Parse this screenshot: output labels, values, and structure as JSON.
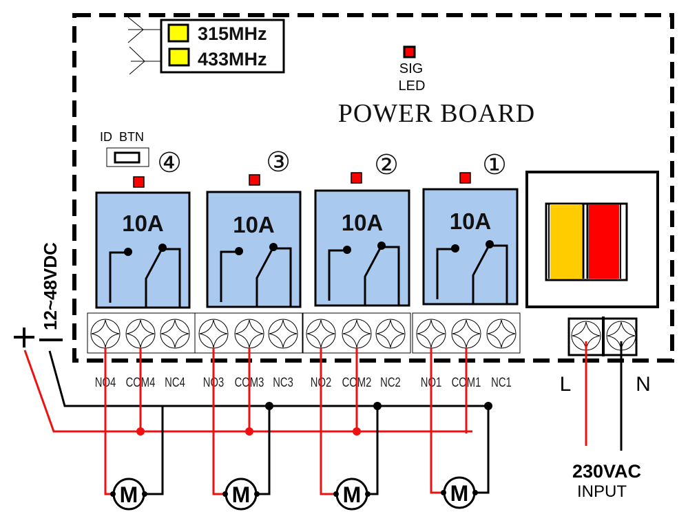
{
  "board": {
    "title": "POWER BOARD",
    "sig_led": {
      "line1": "SIG",
      "line2": "LED",
      "color": "#ff0000"
    },
    "id_button_label": "ID  BTN",
    "rf_modules": [
      {
        "label": "315MHz",
        "color": "#ffff00"
      },
      {
        "label": "433MHz",
        "color": "#ffff00"
      }
    ],
    "relays": [
      {
        "number": "④",
        "rating": "10A",
        "terminals": [
          "NO4",
          "COM4",
          "NC4"
        ]
      },
      {
        "number": "③",
        "rating": "10A",
        "terminals": [
          "NO3",
          "COM3",
          "NC3"
        ]
      },
      {
        "number": "②",
        "rating": "10A",
        "terminals": [
          "NO2",
          "COM2",
          "NC2"
        ]
      },
      {
        "number": "①",
        "rating": "10A",
        "terminals": [
          "NO1",
          "COM1",
          "NC1"
        ]
      }
    ],
    "relay_color": "#a9c9ee",
    "led_color": "#ff0000",
    "transformer": {
      "left_color": "#ffcc00",
      "right_color": "#ff0000"
    },
    "ac_terminals": [
      "L",
      "N"
    ]
  },
  "dc_input": {
    "label": "12~48VDC",
    "plus": "+",
    "minus": "—"
  },
  "ac_input": {
    "voltage": "230VAC",
    "label": "INPUT"
  },
  "motors": [
    {
      "label": "M"
    },
    {
      "label": "M"
    },
    {
      "label": "M"
    },
    {
      "label": "M"
    }
  ],
  "wire_colors": {
    "positive": "#ee1111",
    "negative": "#000000"
  }
}
